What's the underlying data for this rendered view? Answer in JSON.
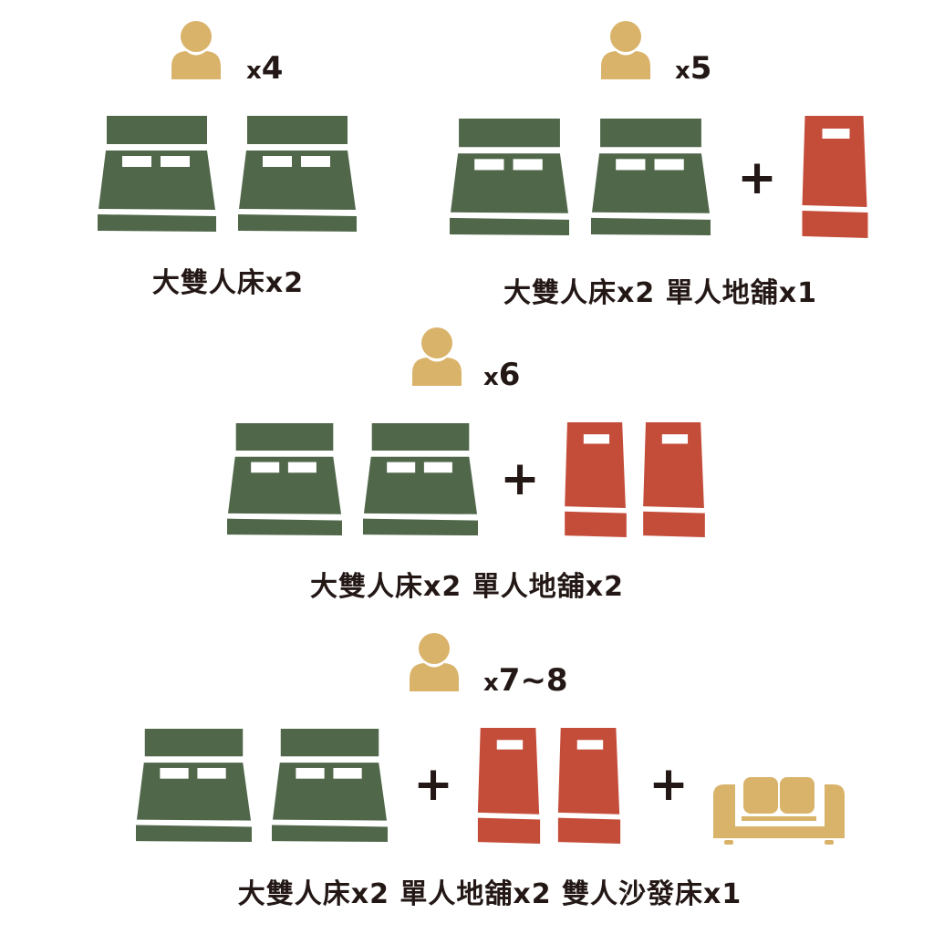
{
  "colors": {
    "bed": "#50674a",
    "mattress": "#c44d3a",
    "person": "#d9b36a",
    "sofa": "#d9b36a",
    "text": "#231815"
  },
  "plus": "+",
  "options": [
    {
      "x": "x",
      "count": "4",
      "label": "大雙人床x2"
    },
    {
      "x": "x",
      "count": "5",
      "label": "大雙人床x2  單人地舖x1"
    },
    {
      "x": "x",
      "count": "6",
      "label": "大雙人床x2 單人地舖x2"
    },
    {
      "x": "x",
      "count": "7~8",
      "label": "大雙人床x2 單人地舖x2 雙人沙發床x1"
    }
  ]
}
